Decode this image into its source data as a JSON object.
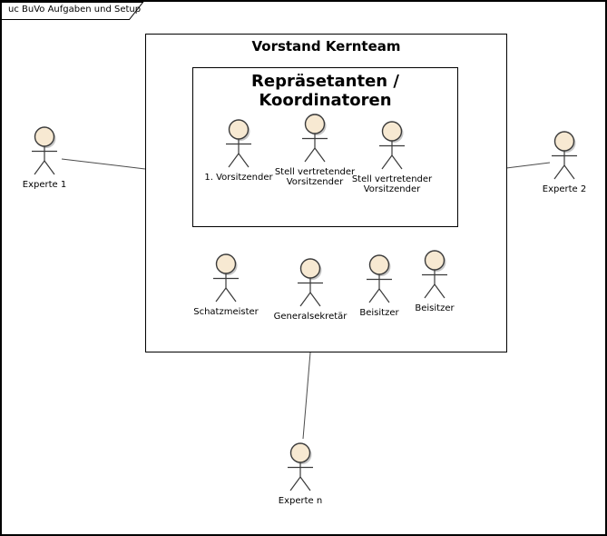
{
  "frame": {
    "tab_label": "uc BuVo Aufgaben und Setup"
  },
  "groups": {
    "kernteam": {
      "title": "Vorstand Kernteam"
    },
    "repraesentanten": {
      "title": "Repräsetanten / Koordinatoren"
    }
  },
  "actors": {
    "vorsitzender": {
      "line1": "1. Vorsitzender"
    },
    "stellvertreter1": {
      "line1": "Stell vertretender",
      "line2": "Vorsitzender"
    },
    "stellvertreter2": {
      "line1": "Stell vertretender",
      "line2": "Vorsitzender"
    },
    "schatzmeister": {
      "line1": "Schatzmeister"
    },
    "generalsekretaer": {
      "line1": "Generalsekretär"
    },
    "beisitzer1": {
      "line1": "Beisitzer"
    },
    "beisitzer2": {
      "line1": "Beisitzer"
    },
    "experte1": {
      "line1": "Experte 1"
    },
    "experte2": {
      "line1": "Experte 2"
    },
    "experteN": {
      "line1": "Experte n"
    }
  },
  "connectors": [
    {
      "from": "experte1",
      "to": "vorstand-kernteam"
    },
    {
      "from": "experte2",
      "to": "vorstand-kernteam"
    },
    {
      "from": "experteN",
      "to": "vorstand-kernteam"
    }
  ],
  "colors": {
    "actor_fill": "#f7e9d2",
    "actor_stroke": "#3a3a3a",
    "actor_shadow": "#c6c6c6",
    "connector": "#4b4b4b",
    "border": "#000000",
    "background": "#ffffff"
  }
}
